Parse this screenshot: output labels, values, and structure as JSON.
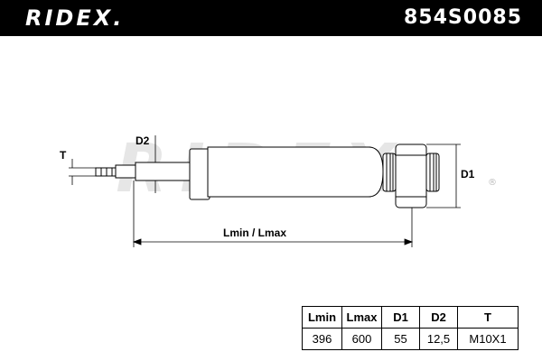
{
  "header": {
    "brand": "RIDEX.",
    "part_number": "854S0085"
  },
  "watermark": "RIDEX",
  "diagram": {
    "labels": {
      "t": "T",
      "d2": "D2",
      "d1": "D1",
      "length": "Lmin / Lmax"
    },
    "registered_mark": "®"
  },
  "specs": {
    "headers": [
      "Lmin",
      "Lmax",
      "D1",
      "D2",
      "T"
    ],
    "values": [
      "396",
      "600",
      "55",
      "12,5",
      "M10X1"
    ]
  }
}
